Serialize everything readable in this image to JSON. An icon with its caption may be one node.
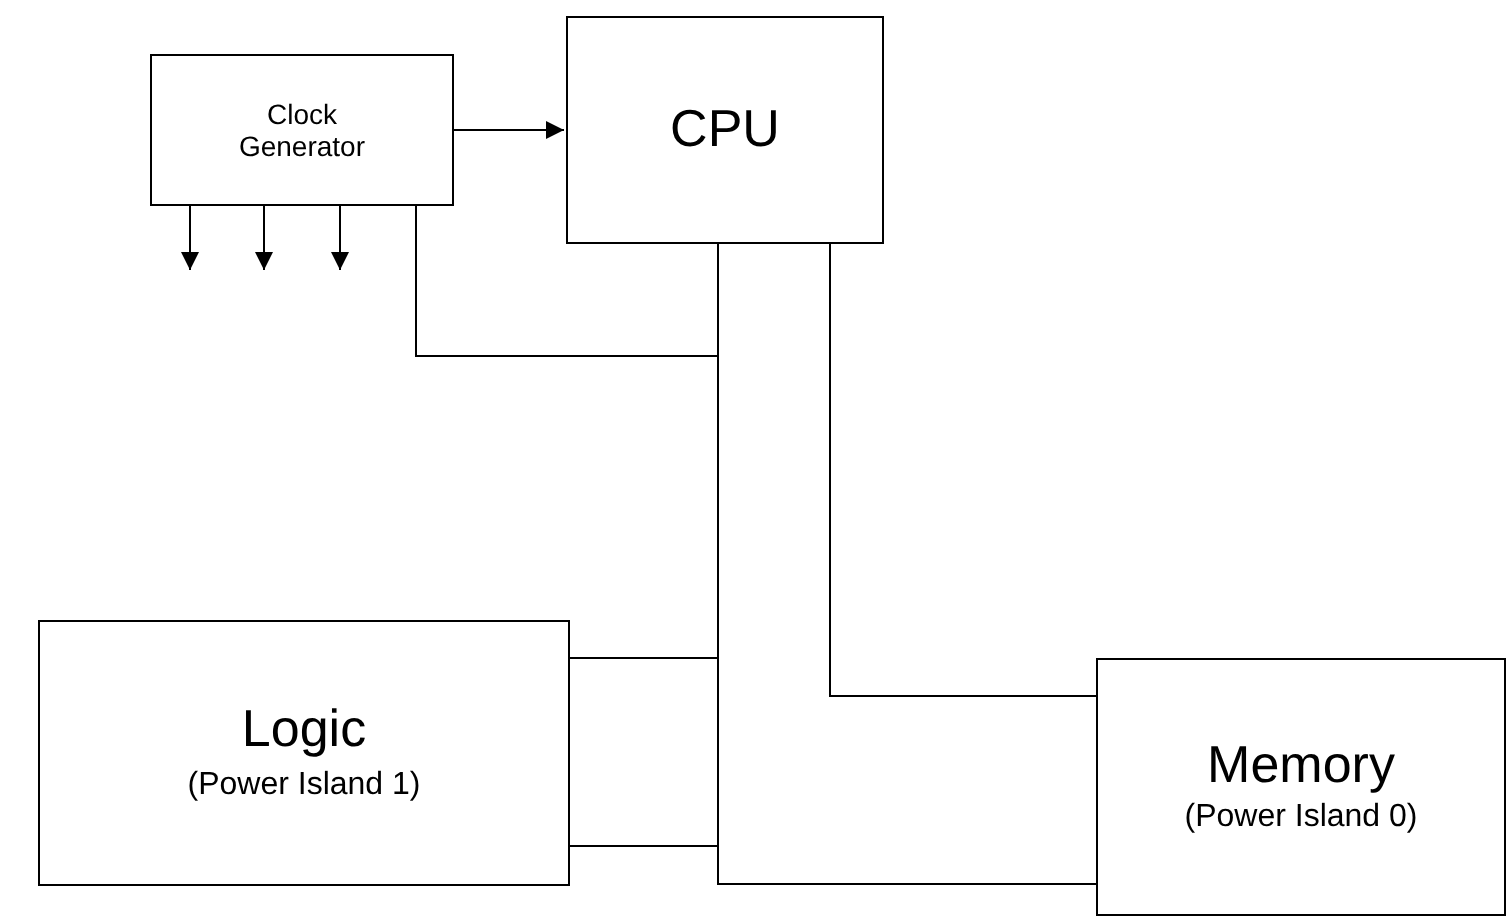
{
  "diagram": {
    "nodes": [
      {
        "text": [
          "Clock Generator"
        ]
      },
      {
        "text": [
          "CPU"
        ]
      },
      {
        "text": [
          "Logic",
          "(Power Island 1)"
        ]
      },
      {
        "text": [
          "Memory",
          "(Power Island 0)"
        ]
      }
    ],
    "edges": [
      {
        "from": 0,
        "to": 1,
        "arrow": "to"
      },
      {
        "from": 0,
        "to": null,
        "arrow": "to"
      },
      {
        "from": 0,
        "to": null,
        "arrow": "to"
      },
      {
        "from": 0,
        "to": null,
        "arrow": "to"
      },
      {
        "from": 0,
        "to": 1,
        "arrow": "none"
      },
      {
        "from": 1,
        "to": 2,
        "arrow": "none"
      },
      {
        "from": 1,
        "to": 2,
        "arrow": "none"
      },
      {
        "from": 1,
        "to": 3,
        "arrow": "none"
      },
      {
        "from": 1,
        "to": 3,
        "arrow": "none"
      }
    ]
  }
}
